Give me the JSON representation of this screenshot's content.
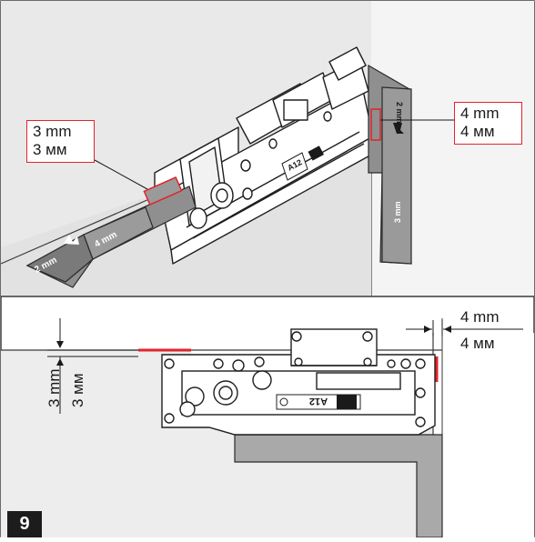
{
  "step_number": "9",
  "top_callout_left": {
    "line1": "3 mm",
    "line2": "3 мм"
  },
  "top_callout_right": {
    "line1": "4 mm",
    "line2": "4 мм"
  },
  "bottom_dim_right": {
    "line1": "4 mm",
    "line2": "4 мм"
  },
  "bottom_dim_left": {
    "line1": "3 mm",
    "line2": "3 мм"
  },
  "gauge_labels": {
    "a": "2 mm",
    "b": "4 mm",
    "c": "3 mm"
  },
  "fitting_marking": "A12",
  "colors": {
    "accent": "#e0242c",
    "frame": "#9a9a9a",
    "wall": "#ededed",
    "ink": "#1a1a1a",
    "gauge": "#8a8a8a"
  }
}
